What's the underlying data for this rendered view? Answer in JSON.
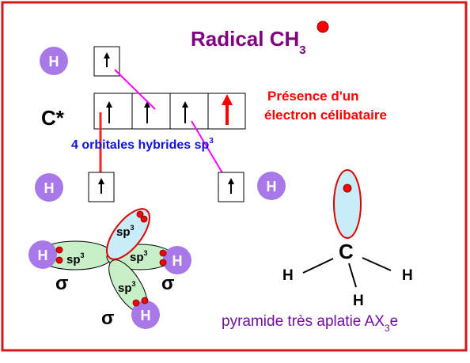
{
  "title": {
    "text": "Radical CH",
    "sub": "3"
  },
  "carbon_label": "C*",
  "note": {
    "line1": "Présence d'un",
    "line2": "électron célibataire"
  },
  "orbitals_label": {
    "text": "4 orbitales hybrides sp",
    "sup": "3"
  },
  "atoms": {
    "hydrogen": "H",
    "carbon": "C"
  },
  "bond_sigma": "σ",
  "sp3": {
    "base": "sp",
    "sup": "3"
  },
  "geometry": {
    "text": "pyramide très aplatie AX",
    "sub": "3",
    "tail": "e"
  },
  "colors": {
    "frame": "#d81818",
    "title": "#800080",
    "note": "#ff0000",
    "orbitals_label": "#1010e0",
    "geometry": "#7010a0",
    "hydrogen_fill": "#a878e8",
    "lobe_fill": "#c8f0c8",
    "radical_lobe_fill": "#c8ecf8",
    "electron": "#ff0000",
    "connector": "#ff00ff"
  },
  "icons": {
    "electron_up": "up-arrow-icon",
    "electron_up_red": "red-up-arrow-icon",
    "radical": "electron-dot-icon"
  }
}
